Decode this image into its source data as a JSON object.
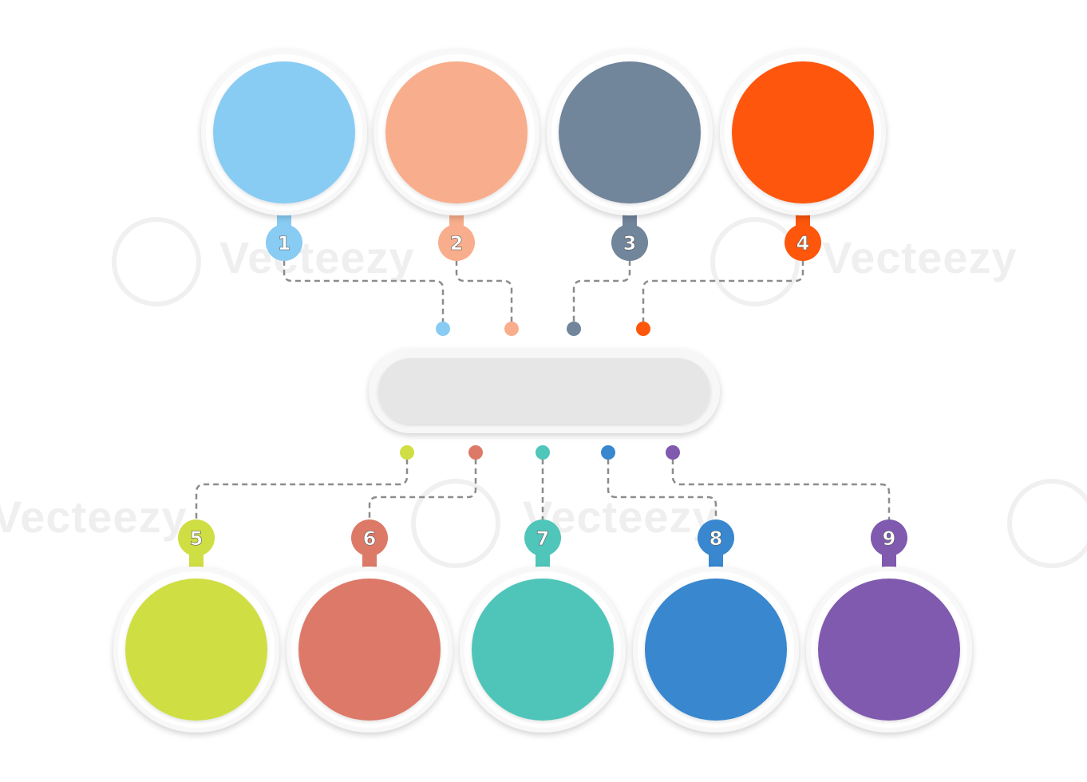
{
  "watermark": {
    "text": "Vecteezy"
  },
  "center_box": {
    "fill": "#e6e6e6",
    "ring": "#f7f7f7"
  },
  "connector_color": "#8c8c8c",
  "top_items": [
    {
      "number": "1",
      "color": "#88ccf4",
      "name": "item-1"
    },
    {
      "number": "2",
      "color": "#f8ae8c",
      "name": "item-2"
    },
    {
      "number": "3",
      "color": "#71859b",
      "name": "item-3"
    },
    {
      "number": "4",
      "color": "#fe560a",
      "name": "item-4"
    }
  ],
  "bottom_items": [
    {
      "number": "5",
      "color": "#cfde42",
      "name": "item-5"
    },
    {
      "number": "6",
      "color": "#dd7967",
      "name": "item-6"
    },
    {
      "number": "7",
      "color": "#50c5b9",
      "name": "item-7"
    },
    {
      "number": "8",
      "color": "#3887cf",
      "name": "item-8"
    },
    {
      "number": "9",
      "color": "#7f5aae",
      "name": "item-9"
    }
  ]
}
